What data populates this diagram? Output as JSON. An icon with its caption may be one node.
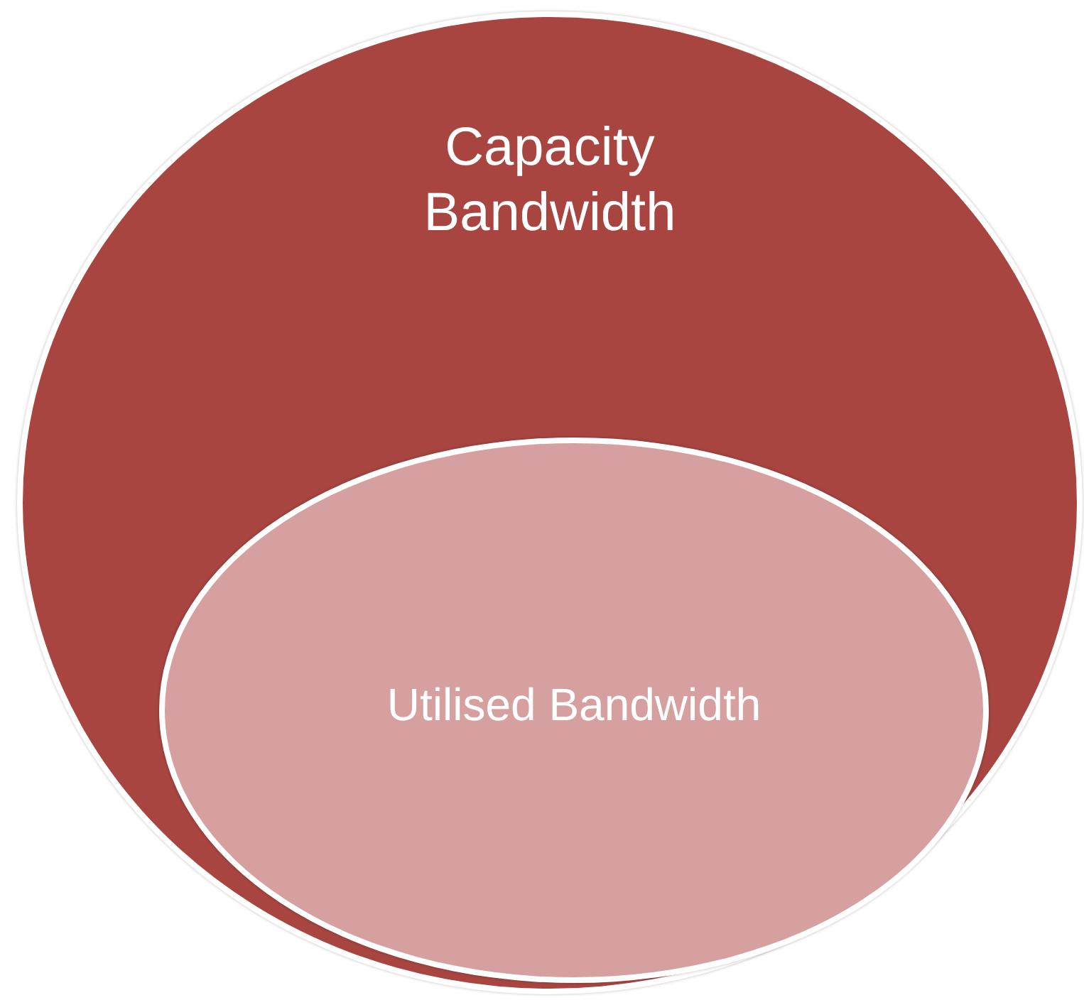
{
  "diagram": {
    "nodes": [
      {
        "text": [
          "Capacity Bandwidth"
        ]
      },
      {
        "text": [
          "Utilised Bandwidth"
        ],
        "in": 0
      }
    ]
  }
}
